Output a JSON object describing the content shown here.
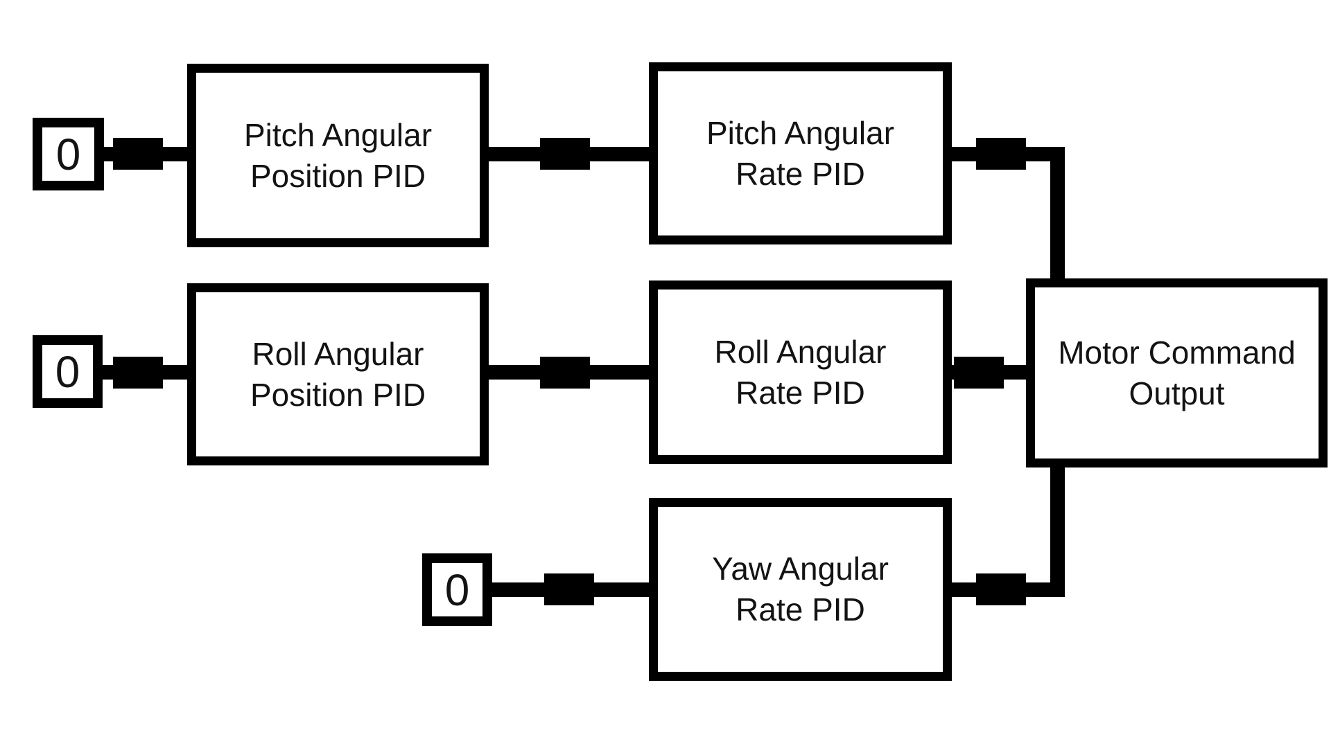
{
  "diagram": {
    "title_hint": "Quadcopter attitude PID control block diagram",
    "colors": {
      "background": "#ffffff",
      "stroke": "#000000",
      "text": "#131313"
    },
    "setpoints": {
      "pitch": "0",
      "roll": "0",
      "yaw": "0"
    },
    "blocks": {
      "pitch_position_pid": {
        "line1": "Pitch Angular",
        "line2": "Position PID"
      },
      "pitch_rate_pid": {
        "line1": "Pitch Angular",
        "line2": "Rate PID"
      },
      "roll_position_pid": {
        "line1": "Roll Angular",
        "line2": "Position PID"
      },
      "roll_rate_pid": {
        "line1": "Roll Angular",
        "line2": "Rate PID"
      },
      "yaw_rate_pid": {
        "line1": "Yaw Angular",
        "line2": "Rate PID"
      },
      "motor_command_output": {
        "line1": "Motor Command",
        "line2": "Output"
      }
    },
    "connections": [
      "setpoint.pitch -> pitch_position_pid",
      "pitch_position_pid -> pitch_rate_pid",
      "pitch_rate_pid -> motor_command_output",
      "setpoint.roll -> roll_position_pid",
      "roll_position_pid -> roll_rate_pid",
      "roll_rate_pid -> motor_command_output",
      "setpoint.yaw -> yaw_rate_pid",
      "yaw_rate_pid -> motor_command_output"
    ]
  }
}
